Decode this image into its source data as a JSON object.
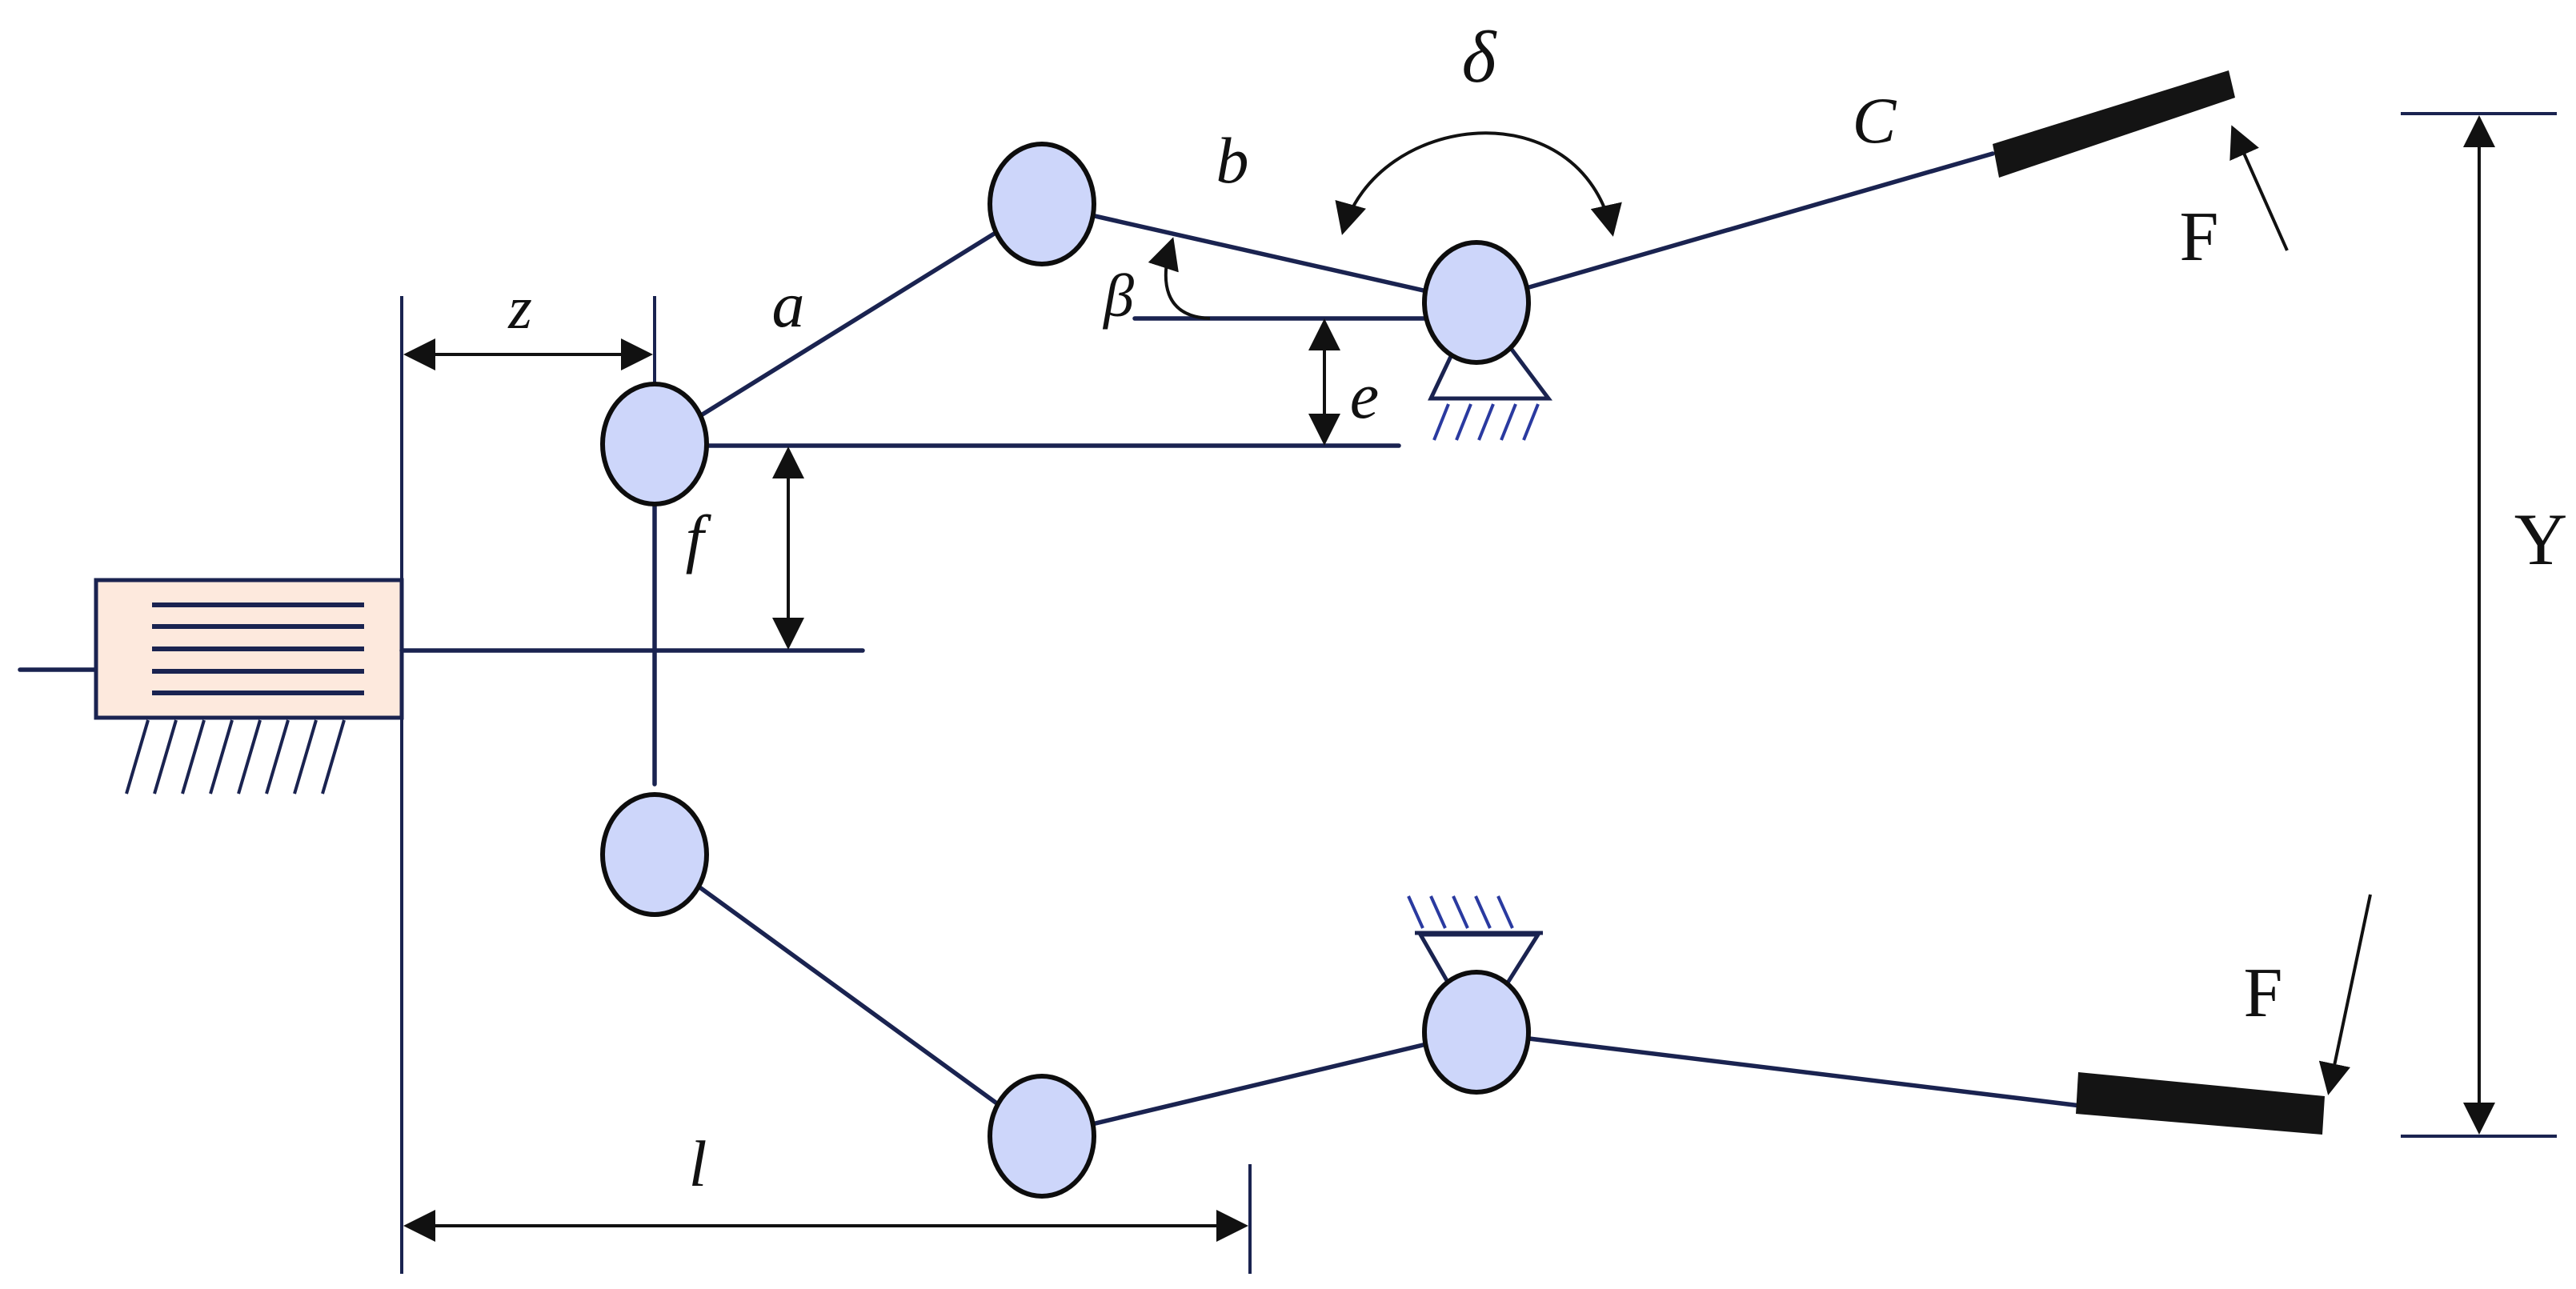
{
  "labels": {
    "z": "z",
    "a": "a",
    "b": "b",
    "beta": "β",
    "delta": "δ",
    "c": "C",
    "e": "e",
    "f": "f",
    "l": "l",
    "y": "Y",
    "force_top": "F",
    "force_bottom": "F"
  },
  "colors": {
    "joint_fill": "#cdd6fa",
    "link": "#1a2350",
    "actuator_fill": "#fde9dd",
    "support_hatch": "#2a3aa0",
    "jaw": "#141414"
  }
}
